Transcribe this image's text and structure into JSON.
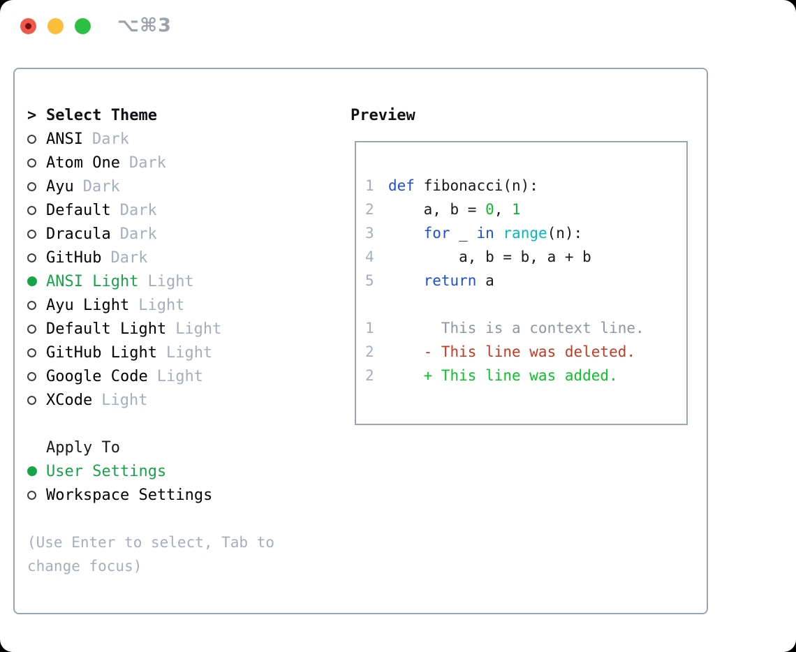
{
  "window": {
    "shortcut_label": "⌥⌘3"
  },
  "colors": {
    "accent_green": "#16a34a",
    "keyword_blue": "#1e4fd8",
    "builtin_cyan": "#00b7c7",
    "number_green": "#0abb2a",
    "added_green": "#08c226",
    "deleted_red": "#c7381f",
    "muted_gray": "#a5aebd",
    "context_gray": "#8d97a1",
    "border_gray": "#9ba4b0",
    "traffic_red": "#f2574b",
    "traffic_red_dot": "#6e120e",
    "traffic_yellow": "#fbbe3c",
    "traffic_green": "#2ec043",
    "shortcut_gray": "#9aa2ac"
  },
  "theme_selector": {
    "header_prefix": ">",
    "header": "Select Theme",
    "items": [
      {
        "name": "ANSI",
        "tag": "Dark",
        "selected": false
      },
      {
        "name": "Atom One",
        "tag": "Dark",
        "selected": false
      },
      {
        "name": "Ayu",
        "tag": "Dark",
        "selected": false
      },
      {
        "name": "Default",
        "tag": "Dark",
        "selected": false
      },
      {
        "name": "Dracula",
        "tag": "Dark",
        "selected": false
      },
      {
        "name": "GitHub",
        "tag": "Dark",
        "selected": false
      },
      {
        "name": "ANSI Light",
        "tag": "Light",
        "selected": true
      },
      {
        "name": "Ayu Light",
        "tag": "Light",
        "selected": false
      },
      {
        "name": "Default Light",
        "tag": "Light",
        "selected": false
      },
      {
        "name": "GitHub Light",
        "tag": "Light",
        "selected": false
      },
      {
        "name": "Google Code",
        "tag": "Light",
        "selected": false
      },
      {
        "name": "XCode",
        "tag": "Light",
        "selected": false
      }
    ]
  },
  "apply_to": {
    "header": "Apply To",
    "options": [
      {
        "label": "User Settings",
        "selected": true
      },
      {
        "label": "Workspace Settings",
        "selected": false
      }
    ]
  },
  "help_lines": [
    "(Use Enter to select, Tab to",
    "change focus)"
  ],
  "preview": {
    "title": "Preview",
    "code_lines": [
      {
        "num": "1",
        "tokens": [
          [
            "def",
            "kw"
          ],
          [
            " fibonacci(n):",
            "plain"
          ]
        ]
      },
      {
        "num": "2",
        "tokens": [
          [
            "    a, b = ",
            "plain"
          ],
          [
            "0",
            "num"
          ],
          [
            ", ",
            "plain"
          ],
          [
            "1",
            "num"
          ]
        ]
      },
      {
        "num": "3",
        "tokens": [
          [
            "    ",
            "plain"
          ],
          [
            "for",
            "kw"
          ],
          [
            " _ ",
            "plain"
          ],
          [
            "in",
            "kw"
          ],
          [
            " ",
            "plain"
          ],
          [
            "range",
            "builtin"
          ],
          [
            "(n):",
            "plain"
          ]
        ]
      },
      {
        "num": "4",
        "tokens": [
          [
            "        a, b = b, a + b",
            "plain"
          ]
        ]
      },
      {
        "num": "5",
        "tokens": [
          [
            "    ",
            "plain"
          ],
          [
            "return",
            "kw"
          ],
          [
            " a",
            "plain"
          ]
        ]
      },
      {
        "num": "",
        "tokens": []
      },
      {
        "num": "1",
        "tokens": [
          [
            "      This is a context line.",
            "context"
          ]
        ]
      },
      {
        "num": "2",
        "tokens": [
          [
            "    - This line was deleted.",
            "deleted"
          ]
        ]
      },
      {
        "num": "2",
        "tokens": [
          [
            "    + This line was added.",
            "added"
          ]
        ]
      }
    ]
  }
}
